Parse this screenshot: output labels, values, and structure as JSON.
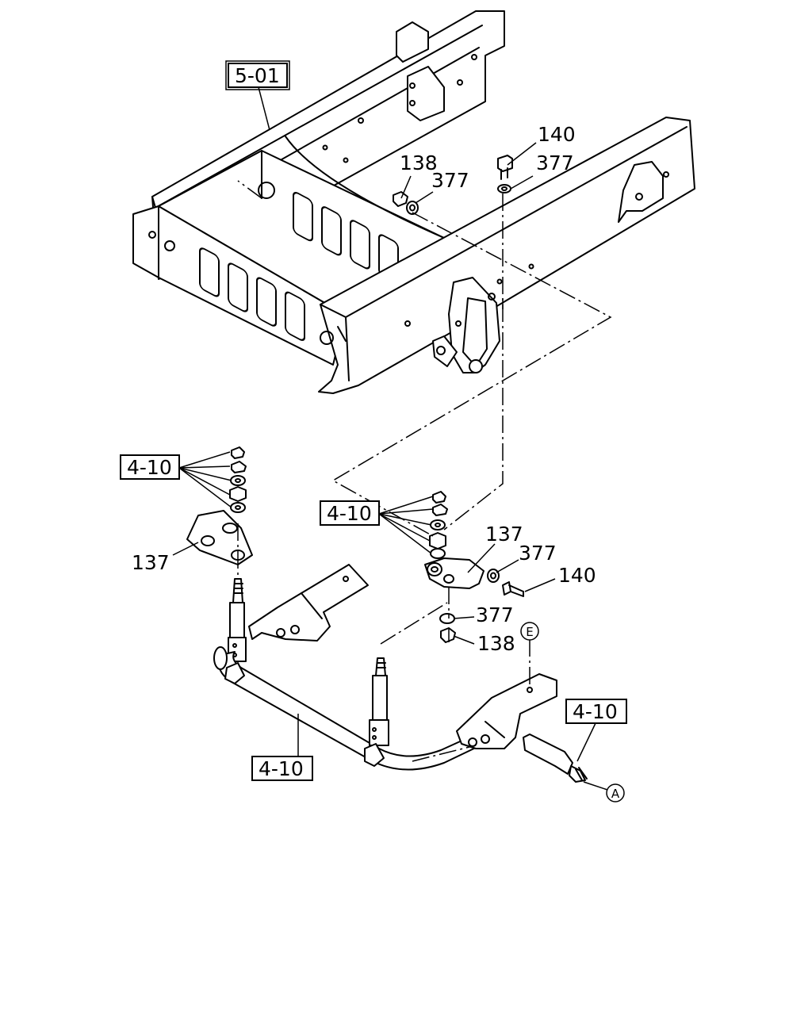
{
  "refs": {
    "r501": "5-01",
    "r410_left": "4-10",
    "r410_center": "4-10",
    "r410_bar": "4-10",
    "r410_link": "4-10"
  },
  "parts": {
    "p140_top": "140",
    "p377_top": "377",
    "p138_top": "138",
    "p377_top2": "377",
    "p137_left": "137",
    "p137_right": "137",
    "p377_right": "377",
    "p140_right": "140",
    "p377_lower": "377",
    "p138_lower": "138"
  },
  "markers": {
    "e": "E",
    "a": "A"
  }
}
